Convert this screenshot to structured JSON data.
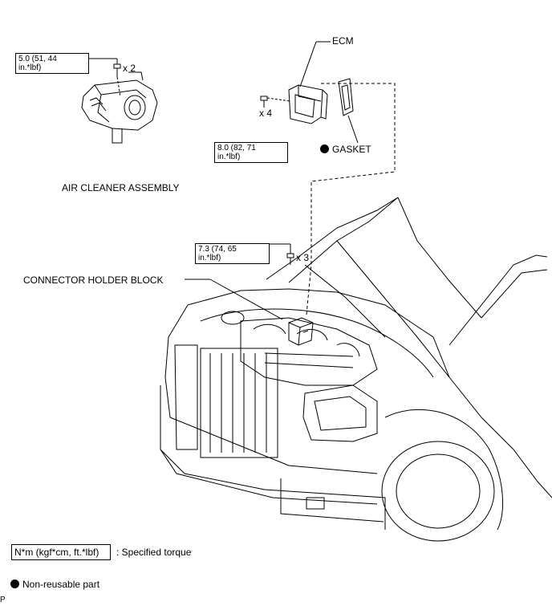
{
  "labels": {
    "ecm": "ECM",
    "gasket": "GASKET",
    "air_cleaner": "AIR CLEANER ASSEMBLY",
    "connector_holder": "CONNECTOR HOLDER BLOCK"
  },
  "torques": {
    "air_cleaner": {
      "value": "5.0 (51, 44",
      "unit": "in.*lbf)",
      "qty": "x 2"
    },
    "ecm": {
      "value": "8.0 (82, 71",
      "unit": "in.*lbf)",
      "qty": "x 4"
    },
    "connector_holder": {
      "value": "7.3 (74, 65",
      "unit": "in.*lbf)",
      "qty": "x 3"
    }
  },
  "legend": {
    "torque_unit": "N*m (kgf*cm, ft.*lbf)",
    "torque_desc": ": Specified torque",
    "non_reusable": "Non-reusable part"
  },
  "corner_mark": "P"
}
